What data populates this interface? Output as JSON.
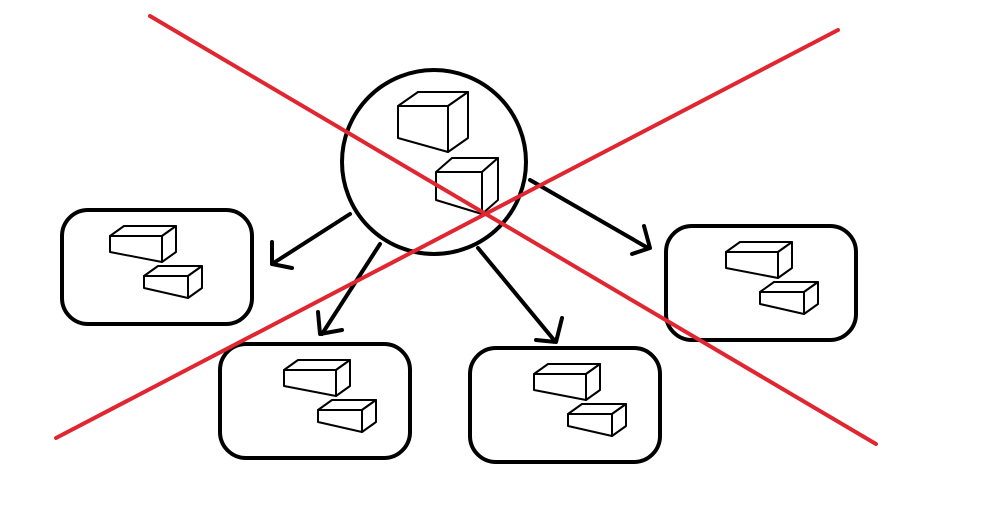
{
  "diagram": {
    "description_text": "",
    "colors": {
      "background": "#ffffff",
      "outline": "#000000",
      "cross": "#e02630"
    },
    "hub": {
      "icon": "boxes-icon",
      "box_count": 2
    },
    "nodes": [
      {
        "id": "node-left",
        "icon": "boxes-icon",
        "box_count": 2
      },
      {
        "id": "node-bottom-left",
        "icon": "boxes-icon",
        "box_count": 2
      },
      {
        "id": "node-bottom-right",
        "icon": "boxes-icon",
        "box_count": 2
      },
      {
        "id": "node-right",
        "icon": "boxes-icon",
        "box_count": 2
      }
    ],
    "connections": [
      {
        "from": "hub",
        "to": "node-left"
      },
      {
        "from": "hub",
        "to": "node-bottom-left"
      },
      {
        "from": "hub",
        "to": "node-bottom-right"
      },
      {
        "from": "hub",
        "to": "node-right"
      }
    ],
    "overlay": {
      "type": "cross-out",
      "icon": "red-x-icon"
    }
  }
}
